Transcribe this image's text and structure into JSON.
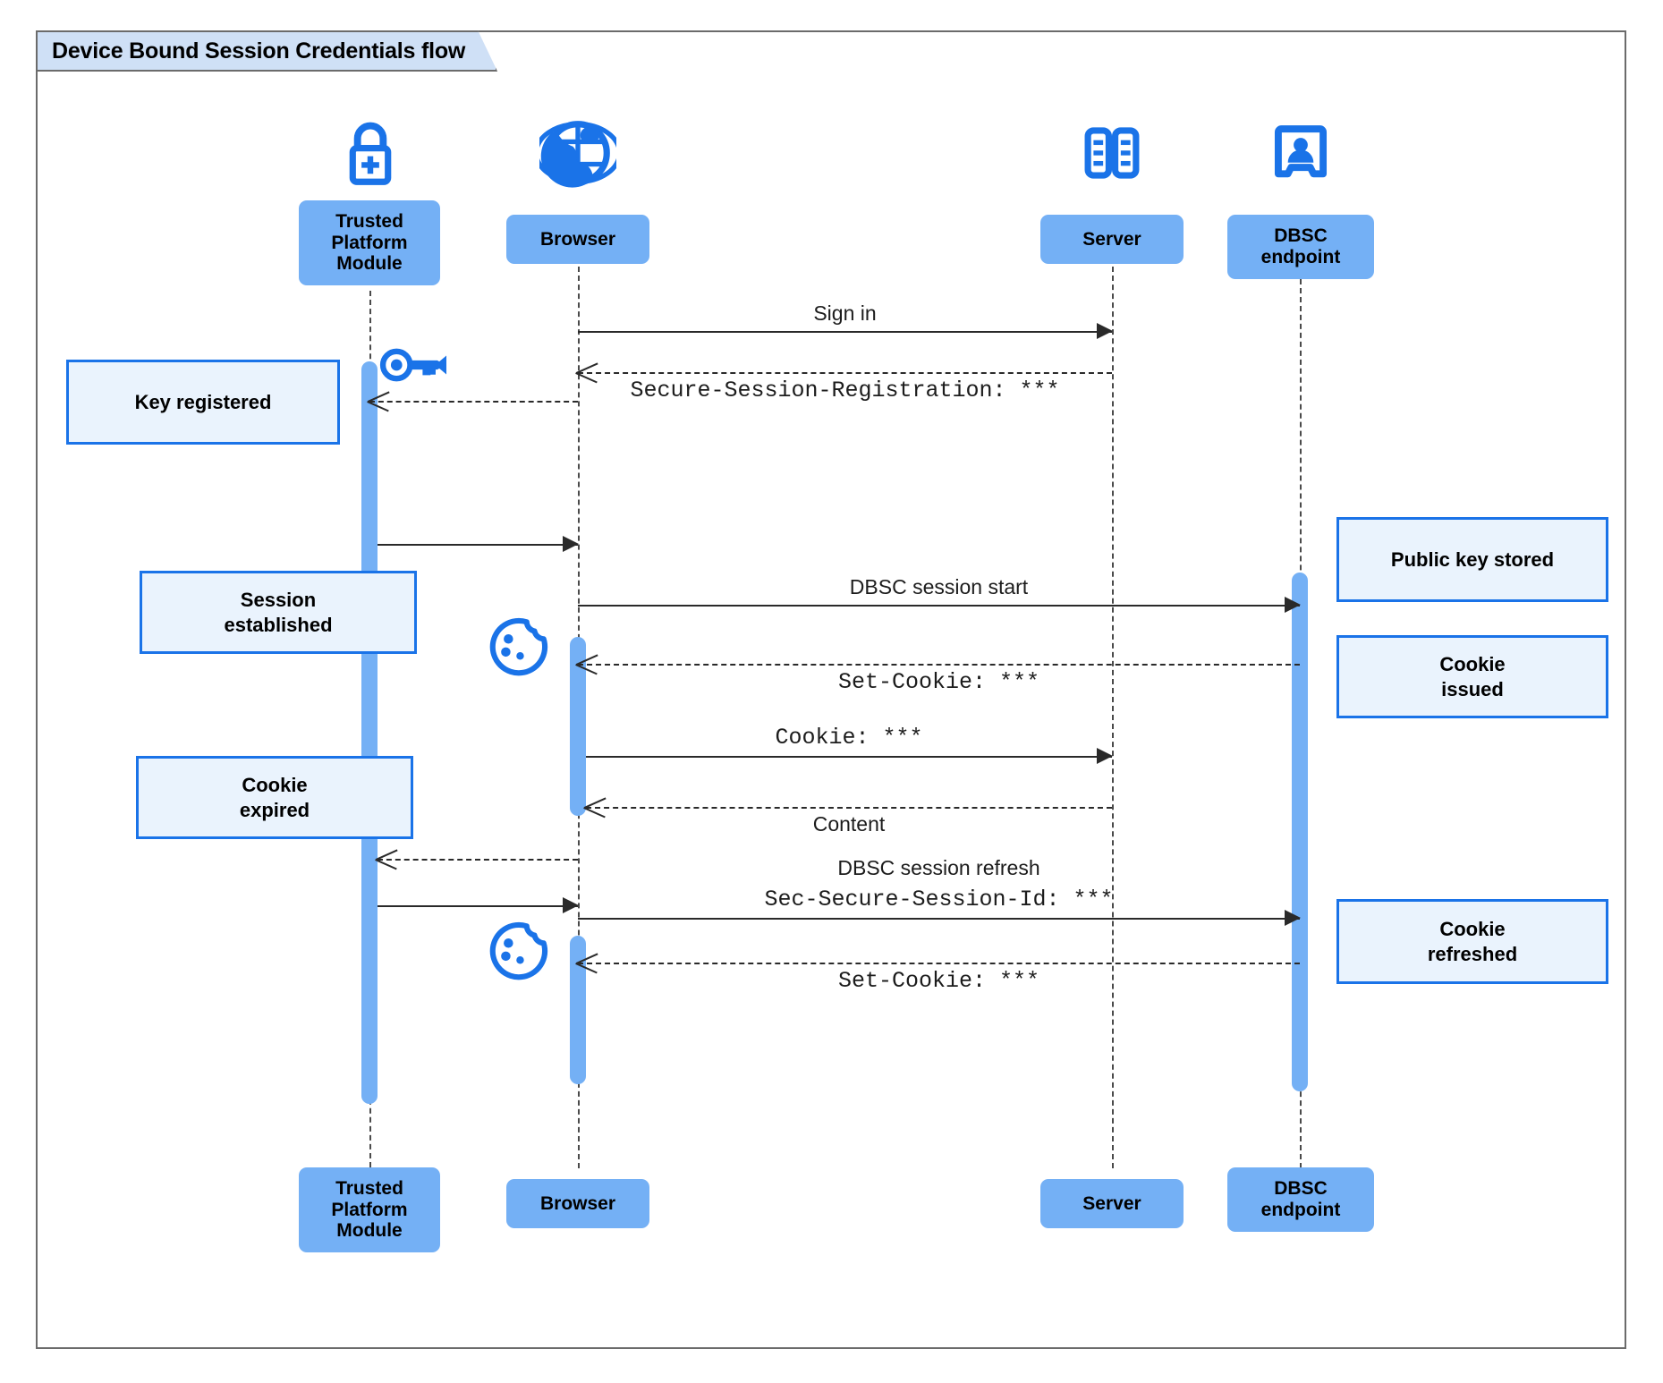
{
  "frame": {
    "title": "Device Bound Session Credentials flow"
  },
  "participants": [
    {
      "id": "tpm",
      "label": "Trusted\nPlatform\nModule",
      "icon": "lock-plus-icon"
    },
    {
      "id": "browser",
      "label": "Browser",
      "icon": "globe-icon"
    },
    {
      "id": "server",
      "label": "Server",
      "icon": "server-rack-icon"
    },
    {
      "id": "dbsc",
      "label": "DBSC\nendpoint",
      "icon": "id-badge-icon"
    }
  ],
  "footer_participants": [
    {
      "id": "tpm",
      "label": "Trusted\nPlatform\nModule"
    },
    {
      "id": "browser",
      "label": "Browser"
    },
    {
      "id": "server",
      "label": "Server"
    },
    {
      "id": "dbsc",
      "label": "DBSC\nendpoint"
    }
  ],
  "messages": [
    {
      "id": "m1",
      "text": "Sign in",
      "style": "sans",
      "arrow": "solid-right",
      "from": "browser",
      "to": "server"
    },
    {
      "id": "m2",
      "text": "Secure-Session-Registration: ***",
      "style": "mono",
      "arrow": "dashed-left",
      "from": "server",
      "to": "browser"
    },
    {
      "id": "m3",
      "text": "DBSC session start",
      "style": "sans",
      "arrow": "solid-right",
      "from": "browser",
      "to": "dbsc"
    },
    {
      "id": "m4",
      "text": "Set-Cookie: ***",
      "style": "mono",
      "arrow": "dashed-left",
      "from": "dbsc",
      "to": "browser"
    },
    {
      "id": "m5",
      "text": "Cookie: ***",
      "style": "mono",
      "arrow": "solid-right",
      "from": "browser",
      "to": "server"
    },
    {
      "id": "m6",
      "text": "Content",
      "style": "sans",
      "arrow": "dashed-left",
      "from": "server",
      "to": "browser"
    },
    {
      "id": "m7",
      "text": "DBSC session refresh",
      "text2": "Sec-Secure-Session-Id: ***",
      "style": "sans",
      "style2": "mono",
      "arrow": "solid-right",
      "from": "browser",
      "to": "dbsc"
    },
    {
      "id": "m8",
      "text": "Set-Cookie: ***",
      "style": "mono",
      "arrow": "dashed-left",
      "from": "dbsc",
      "to": "browser"
    }
  ],
  "notes_left": [
    {
      "id": "n1",
      "text": "Key registered"
    },
    {
      "id": "n2",
      "text": "Session\nestablished"
    },
    {
      "id": "n3",
      "text": "Cookie\nexpired"
    }
  ],
  "notes_right": [
    {
      "id": "n4",
      "text": "Public key stored"
    },
    {
      "id": "n5",
      "text": "Cookie\nissued"
    },
    {
      "id": "n6",
      "text": "Cookie\nrefreshed"
    }
  ],
  "side_icons": [
    {
      "id": "key",
      "name": "key-icon"
    },
    {
      "id": "cookie1",
      "name": "cookie-icon"
    },
    {
      "id": "cookie2",
      "name": "cookie-icon"
    }
  ],
  "colors": {
    "participant_fill": "#74b0f5",
    "note_fill": "#eaf3fd",
    "note_border": "#1a73e8",
    "icon_blue": "#1a73e8",
    "title_fill": "#cfe0f6",
    "frame_border": "#6b6b6b"
  }
}
